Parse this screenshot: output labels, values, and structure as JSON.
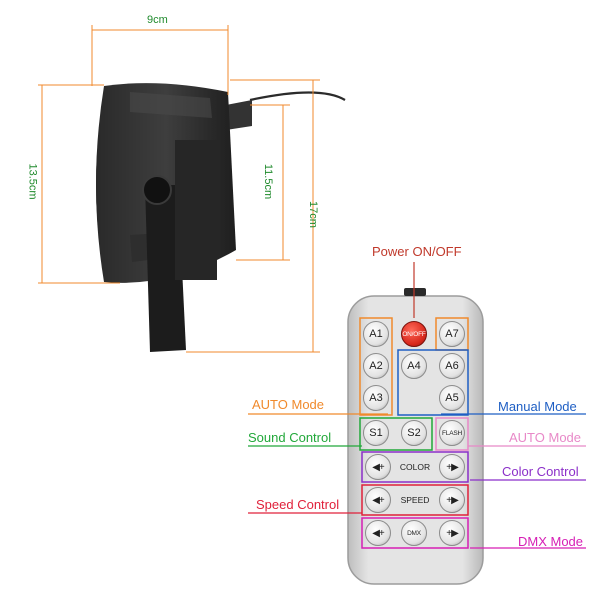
{
  "colors": {
    "dimension_line": "#f08a2c",
    "dimension_text": "#1f8a2c",
    "power": "#c0392b",
    "auto_mode": "#f08a2c",
    "manual_mode": "#1f5fc4",
    "auto_mode_flash": "#e889c8",
    "sound_control": "#22a83a",
    "color_control": "#8b2fc9",
    "speed_control": "#e0203a",
    "dmx_mode": "#d61fb5"
  },
  "dimensions": {
    "width": "9cm",
    "height_outer": "13.5cm",
    "height_body": "11.5cm",
    "height_total": "17cm"
  },
  "remote": {
    "buttons": {
      "a1": "A1",
      "on_off": "ON/OFF",
      "a7": "A7",
      "a2": "A2",
      "a4": "A4",
      "a6": "A6",
      "a3": "A3",
      "a5": "A5",
      "s1": "S1",
      "s2": "S2",
      "flash": "FLASH",
      "color": "COLOR",
      "speed": "SPEED",
      "dmx": "DMX"
    },
    "callouts": {
      "power": "Power ON/OFF",
      "auto_mode": "AUTO Mode",
      "manual_mode": "Manual Mode",
      "sound_control": "Sound Control",
      "auto_mode_flash": "AUTO Mode",
      "color_control": "Color Control",
      "speed_control": "Speed Control",
      "dmx_mode": "DMX Mode"
    }
  }
}
